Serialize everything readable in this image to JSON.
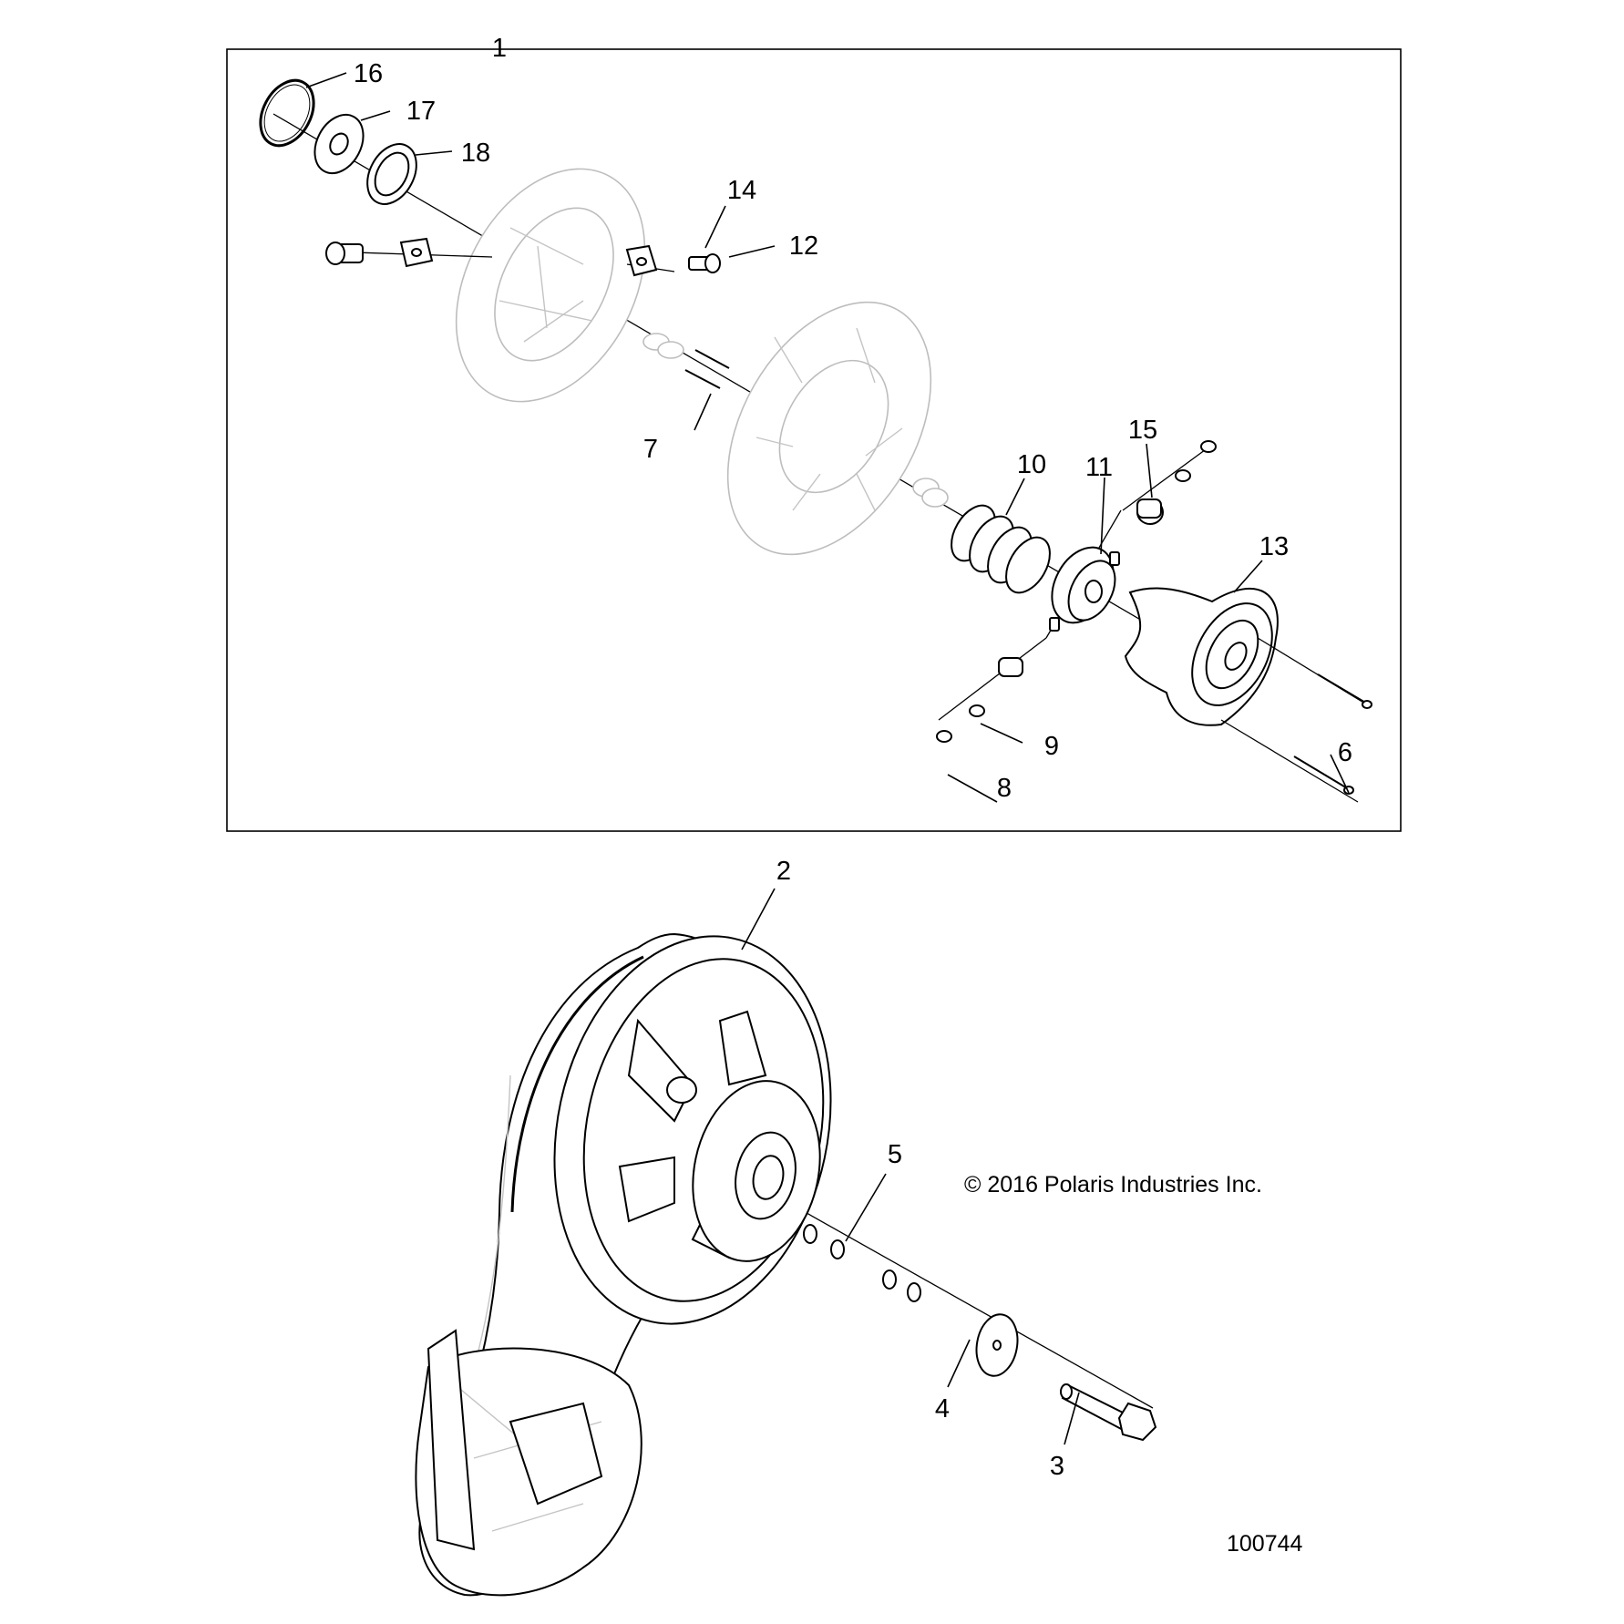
{
  "diagram": {
    "callouts": [
      {
        "id": "1",
        "text": "1"
      },
      {
        "id": "2",
        "text": "2"
      },
      {
        "id": "3",
        "text": "3"
      },
      {
        "id": "4",
        "text": "4"
      },
      {
        "id": "5",
        "text": "5"
      },
      {
        "id": "6",
        "text": "6"
      },
      {
        "id": "7",
        "text": "7"
      },
      {
        "id": "8",
        "text": "8"
      },
      {
        "id": "9",
        "text": "9"
      },
      {
        "id": "10",
        "text": "10"
      },
      {
        "id": "11",
        "text": "11"
      },
      {
        "id": "12",
        "text": "12"
      },
      {
        "id": "13",
        "text": "13"
      },
      {
        "id": "14",
        "text": "14"
      },
      {
        "id": "15",
        "text": "15"
      },
      {
        "id": "16",
        "text": "16"
      },
      {
        "id": "17",
        "text": "17"
      },
      {
        "id": "18",
        "text": "18"
      }
    ],
    "copyright": "© 2016 Polaris Industries Inc.",
    "figure_number": "100744"
  }
}
